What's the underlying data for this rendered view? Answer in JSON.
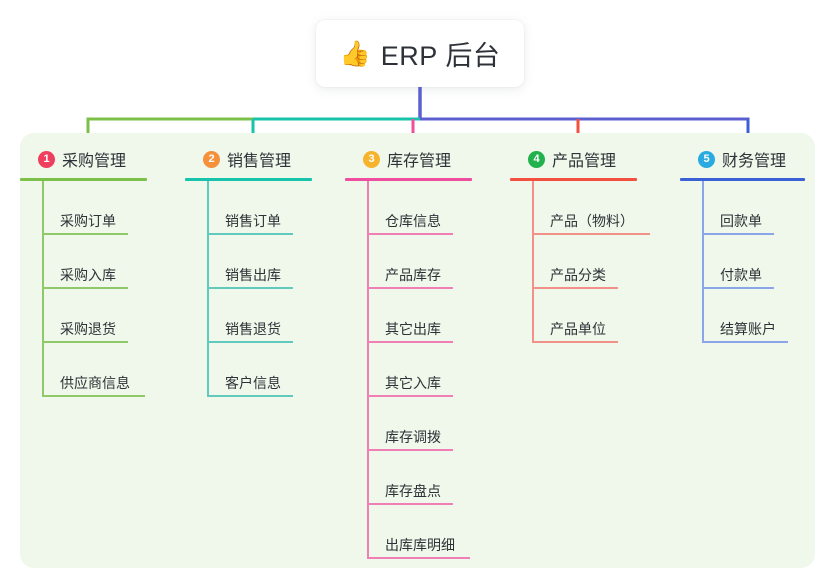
{
  "root": {
    "emoji": "👍",
    "emoji_name": "thumbs-up-icon",
    "title": "ERP 后台"
  },
  "palette": {
    "canvas": "#ffffff",
    "panel_bg": "#eff8ea",
    "text": "#2e3238"
  },
  "connector": {
    "trunk_color": "#5b5fd0",
    "segments": [
      {
        "name": "segment-purchase",
        "color": "#7cc04a"
      },
      {
        "name": "segment-sales",
        "color": "#18c3ab"
      },
      {
        "name": "segment-right",
        "color": "#5b5fd0"
      }
    ]
  },
  "columns": [
    {
      "index": "1",
      "title": "采购管理",
      "badge_color": "#ef3f5e",
      "rule_color": "#7cc04a",
      "line_color": "#8fc96a",
      "items": [
        {
          "label": "采购订单",
          "rule_width": 86
        },
        {
          "label": "采购入库",
          "rule_width": 86
        },
        {
          "label": "采购退货",
          "rule_width": 86
        },
        {
          "label": "供应商信息",
          "rule_width": 103
        }
      ]
    },
    {
      "index": "2",
      "title": "销售管理",
      "badge_color": "#f5903b",
      "rule_color": "#18c3ab",
      "line_color": "#62c9bd",
      "items": [
        {
          "label": "销售订单",
          "rule_width": 86
        },
        {
          "label": "销售出库",
          "rule_width": 86
        },
        {
          "label": "销售退货",
          "rule_width": 86
        },
        {
          "label": "客户信息",
          "rule_width": 86
        }
      ]
    },
    {
      "index": "3",
      "title": "库存管理",
      "badge_color": "#f7b32b",
      "rule_color": "#ef4d9e",
      "line_color": "#ef7fb4",
      "items": [
        {
          "label": "仓库信息",
          "rule_width": 86
        },
        {
          "label": "产品库存",
          "rule_width": 86
        },
        {
          "label": "其它出库",
          "rule_width": 86
        },
        {
          "label": "其它入库",
          "rule_width": 86
        },
        {
          "label": "库存调拨",
          "rule_width": 86
        },
        {
          "label": "库存盘点",
          "rule_width": 86
        },
        {
          "label": "出库库明细",
          "rule_width": 103
        }
      ]
    },
    {
      "index": "4",
      "title": "产品管理",
      "badge_color": "#22b14c",
      "rule_color": "#f2513f",
      "line_color": "#f2908a",
      "items": [
        {
          "label": "产品（物料）",
          "rule_width": 118
        },
        {
          "label": "产品分类",
          "rule_width": 86
        },
        {
          "label": "产品单位",
          "rule_width": 86
        }
      ]
    },
    {
      "index": "5",
      "title": "财务管理",
      "badge_color": "#29abe2",
      "rule_color": "#3b5fd4",
      "line_color": "#8aa6e8",
      "items": [
        {
          "label": "回款单",
          "rule_width": 72
        },
        {
          "label": "付款单",
          "rule_width": 72
        },
        {
          "label": "结算账户",
          "rule_width": 86
        }
      ]
    }
  ]
}
